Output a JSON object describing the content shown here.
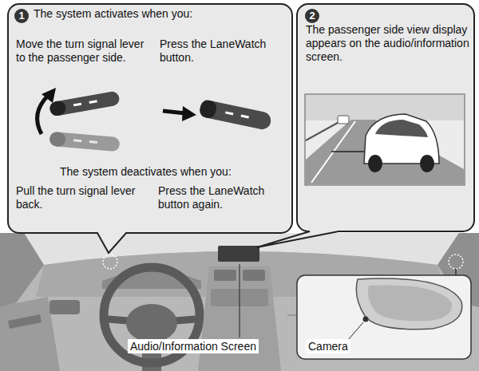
{
  "diagram": {
    "nodes": [
      {
        "text": [
          "The system activates when you:",
          "Move the turn signal lever to the passenger side.",
          "Press the LaneWatch button.",
          "The system deactivates when you:",
          "Pull the turn signal lever back.",
          "Press the LaneWatch button again."
        ]
      },
      {
        "text": [
          "1"
        ],
        "in": 0
      },
      {
        "text": [
          "The passenger side view display appears on the audio/information screen."
        ]
      },
      {
        "text": [
          "2"
        ],
        "in": 2
      }
    ],
    "labels": [
      "Audio/Information Screen",
      "Camera"
    ]
  }
}
